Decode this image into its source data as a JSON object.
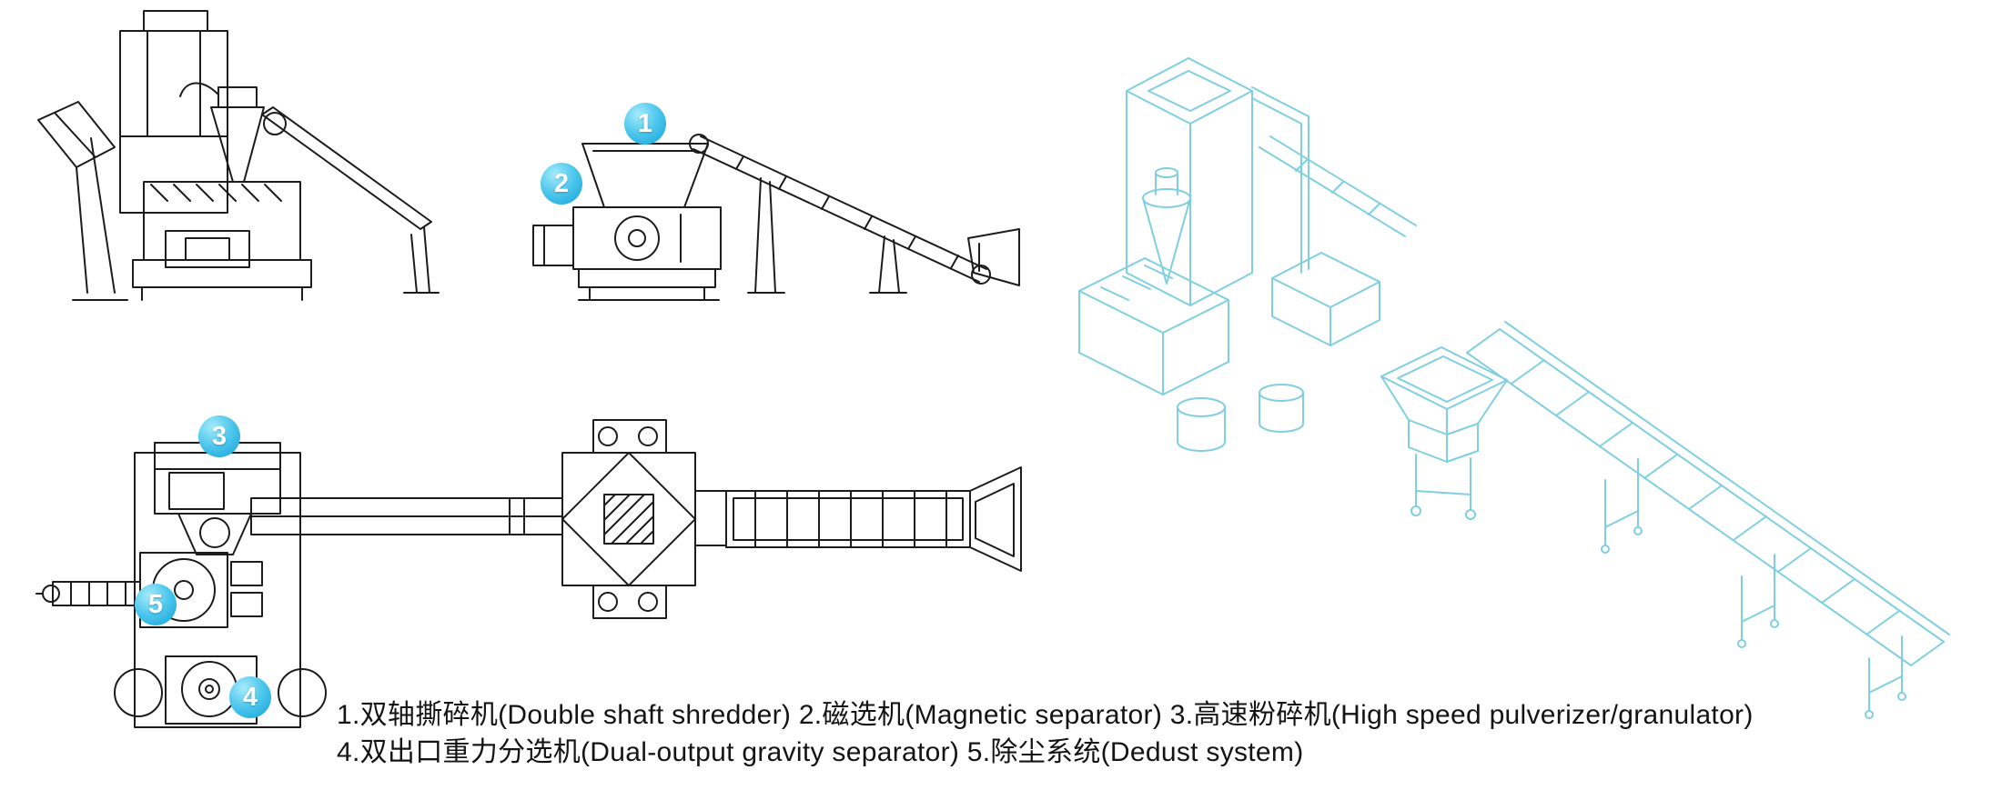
{
  "figure": {
    "background": "#ffffff",
    "line_color_black": "#1c1c1c",
    "line_color_cyan": "#7fcfe0",
    "badge_color": "#29b2e2",
    "badge_text_color": "#ffffff"
  },
  "badges": [
    {
      "number": "1"
    },
    {
      "number": "2"
    },
    {
      "number": "3"
    },
    {
      "number": "4"
    },
    {
      "number": "5"
    }
  ],
  "caption": {
    "line1": "1.双轴撕碎机(Double shaft shredder) 2.磁选机(Magnetic separator)  3.高速粉碎机(High speed pulverizer/granulator)",
    "line2": "4.双出口重力分选机(Dual-output gravity separator)  5.除尘系统(Dedust system)"
  }
}
